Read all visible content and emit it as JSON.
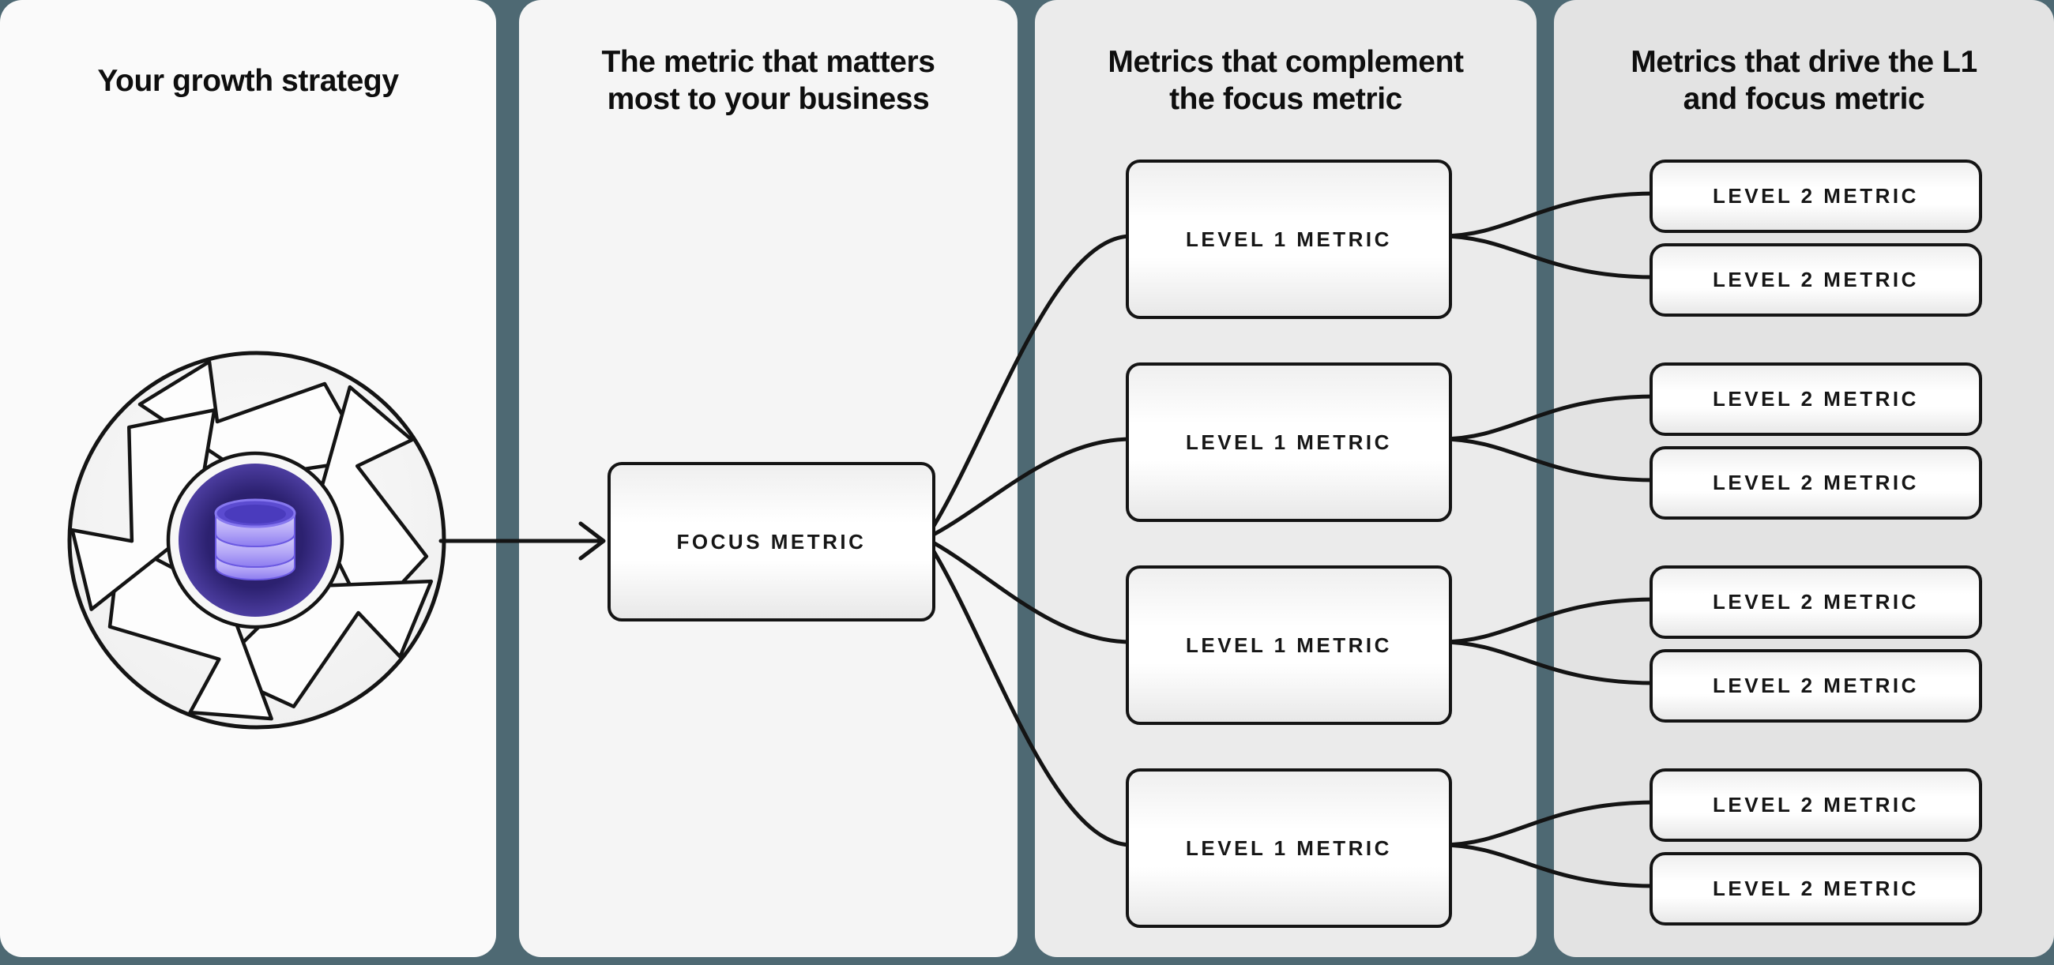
{
  "diagram": {
    "background_color": "#4e6973",
    "line_color": "#141414",
    "panel_colors": [
      "#fafafa",
      "#f5f5f5",
      "#ebebeb",
      "#e3e3e3"
    ],
    "icon_core_color": "#2c2170",
    "icon_database_color": "#9b8cf4"
  },
  "icons": {
    "flywheel": "growth-flywheel-icon",
    "database": "database-icon",
    "arrow": "arrow-right-icon"
  },
  "panels": [
    {
      "title_lines": [
        "Your growth strategy"
      ]
    },
    {
      "title_lines": [
        "The metric that matters",
        "most to your business"
      ],
      "box_label": "FOCUS METRIC"
    },
    {
      "title_lines": [
        "Metrics that complement",
        "the focus metric"
      ],
      "boxes": [
        {
          "label": "LEVEL 1 METRIC"
        },
        {
          "label": "LEVEL 1 METRIC"
        },
        {
          "label": "LEVEL 1 METRIC"
        },
        {
          "label": "LEVEL 1 METRIC"
        }
      ]
    },
    {
      "title_lines": [
        "Metrics that drive the L1",
        "and focus metric"
      ],
      "boxes": [
        {
          "label": "LEVEL 2 METRIC"
        },
        {
          "label": "LEVEL 2 METRIC"
        },
        {
          "label": "LEVEL 2 METRIC"
        },
        {
          "label": "LEVEL 2 METRIC"
        },
        {
          "label": "LEVEL 2 METRIC"
        },
        {
          "label": "LEVEL 2 METRIC"
        },
        {
          "label": "LEVEL 2 METRIC"
        },
        {
          "label": "LEVEL 2 METRIC"
        }
      ]
    }
  ]
}
